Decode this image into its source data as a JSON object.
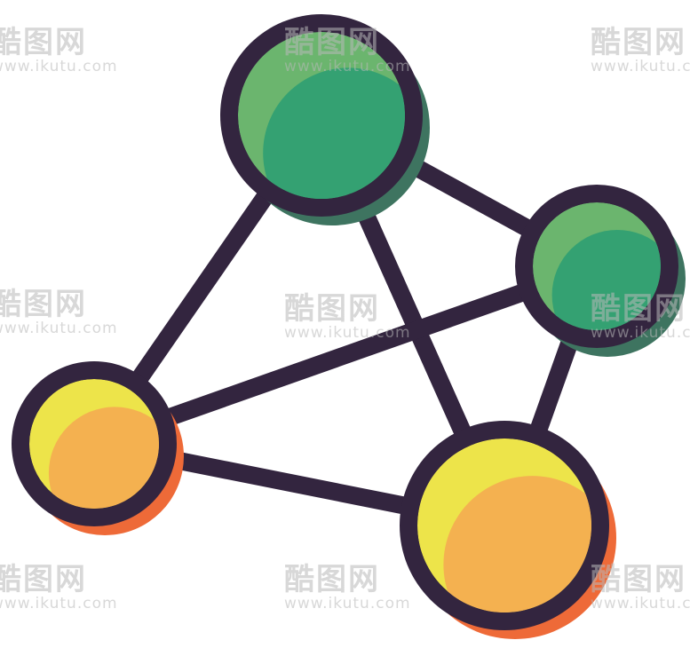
{
  "diagram": {
    "type": "network-graph-icon",
    "colors": {
      "outline": "#33253F",
      "background": "#FFFFFF",
      "green_base": "#34A172",
      "green_highlight": "#6BB56E",
      "green_shadow": "#3E7460",
      "orange_base": "#F4B150",
      "yellow_highlight": "#EDE44A",
      "orange_shadow": "#EE6A38"
    },
    "nodes": [
      {
        "id": "node-top-green",
        "color": "green"
      },
      {
        "id": "node-right-green",
        "color": "green"
      },
      {
        "id": "node-left-yellow",
        "color": "orange"
      },
      {
        "id": "node-bottom-orange",
        "color": "orange"
      }
    ],
    "edges": [
      [
        "node-top-green",
        "node-right-green"
      ],
      [
        "node-top-green",
        "node-left-yellow"
      ],
      [
        "node-top-green",
        "node-bottom-orange"
      ],
      [
        "node-right-green",
        "node-left-yellow"
      ],
      [
        "node-right-green",
        "node-bottom-orange"
      ],
      [
        "node-left-yellow",
        "node-bottom-orange"
      ]
    ]
  },
  "watermark": {
    "text": "酷图网",
    "url": "www.ikutu.com"
  }
}
